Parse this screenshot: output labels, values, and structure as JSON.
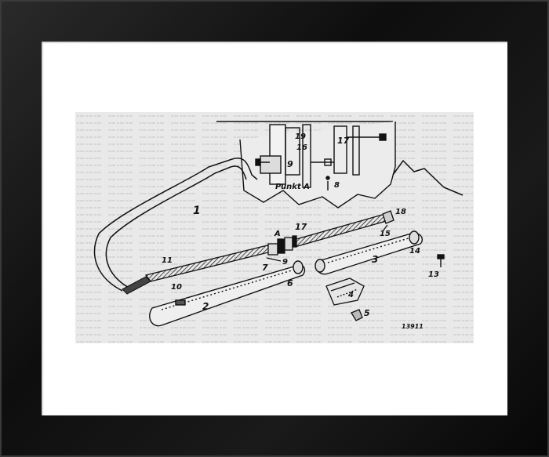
{
  "diagram": {
    "inset_caption": "Punkt A",
    "point_label": "A",
    "catalog_number": "13911",
    "part_labels": [
      "1",
      "2",
      "3",
      "4",
      "5",
      "6",
      "7",
      "8",
      "9",
      "10",
      "11",
      "13",
      "14",
      "15",
      "16",
      "17",
      "18",
      "19"
    ]
  }
}
